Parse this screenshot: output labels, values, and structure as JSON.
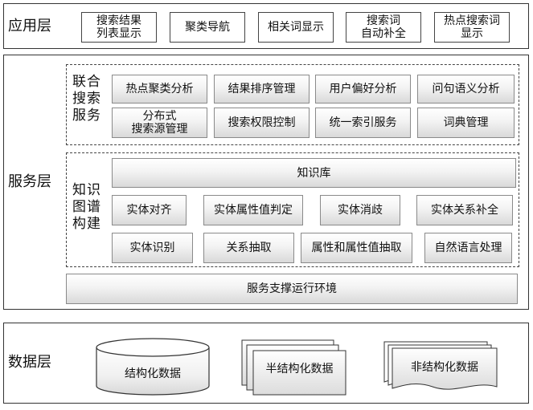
{
  "layers": {
    "app": {
      "label": "应用层",
      "items": [
        "搜索结果\n列表显示",
        "聚类导航",
        "相关词显示",
        "搜索词\n自动补全",
        "热点搜索词\n显示"
      ]
    },
    "service": {
      "label": "服务层",
      "federated": {
        "label": "联合\n搜索\n服务",
        "items": [
          "热点聚类分析",
          "结果排序管理",
          "用户偏好分析",
          "问句语义分析",
          "分布式\n搜索源管理",
          "搜索权限控制",
          "统一索引服务",
          "词典管理"
        ]
      },
      "kg": {
        "label": "知识\n图谱\n构建",
        "kb": "知识库",
        "items": [
          "实体对齐",
          "实体属性值判定",
          "实体消歧",
          "实体关系补全",
          "实体识别",
          "关系抽取",
          "属性和属性值抽取",
          "自然语言处理"
        ]
      },
      "support": "服务支撑运行环境"
    },
    "data": {
      "label": "数据层",
      "structured": "结构化数据",
      "semi": "半结构化数据",
      "unstructured": "非结构化数据"
    }
  }
}
